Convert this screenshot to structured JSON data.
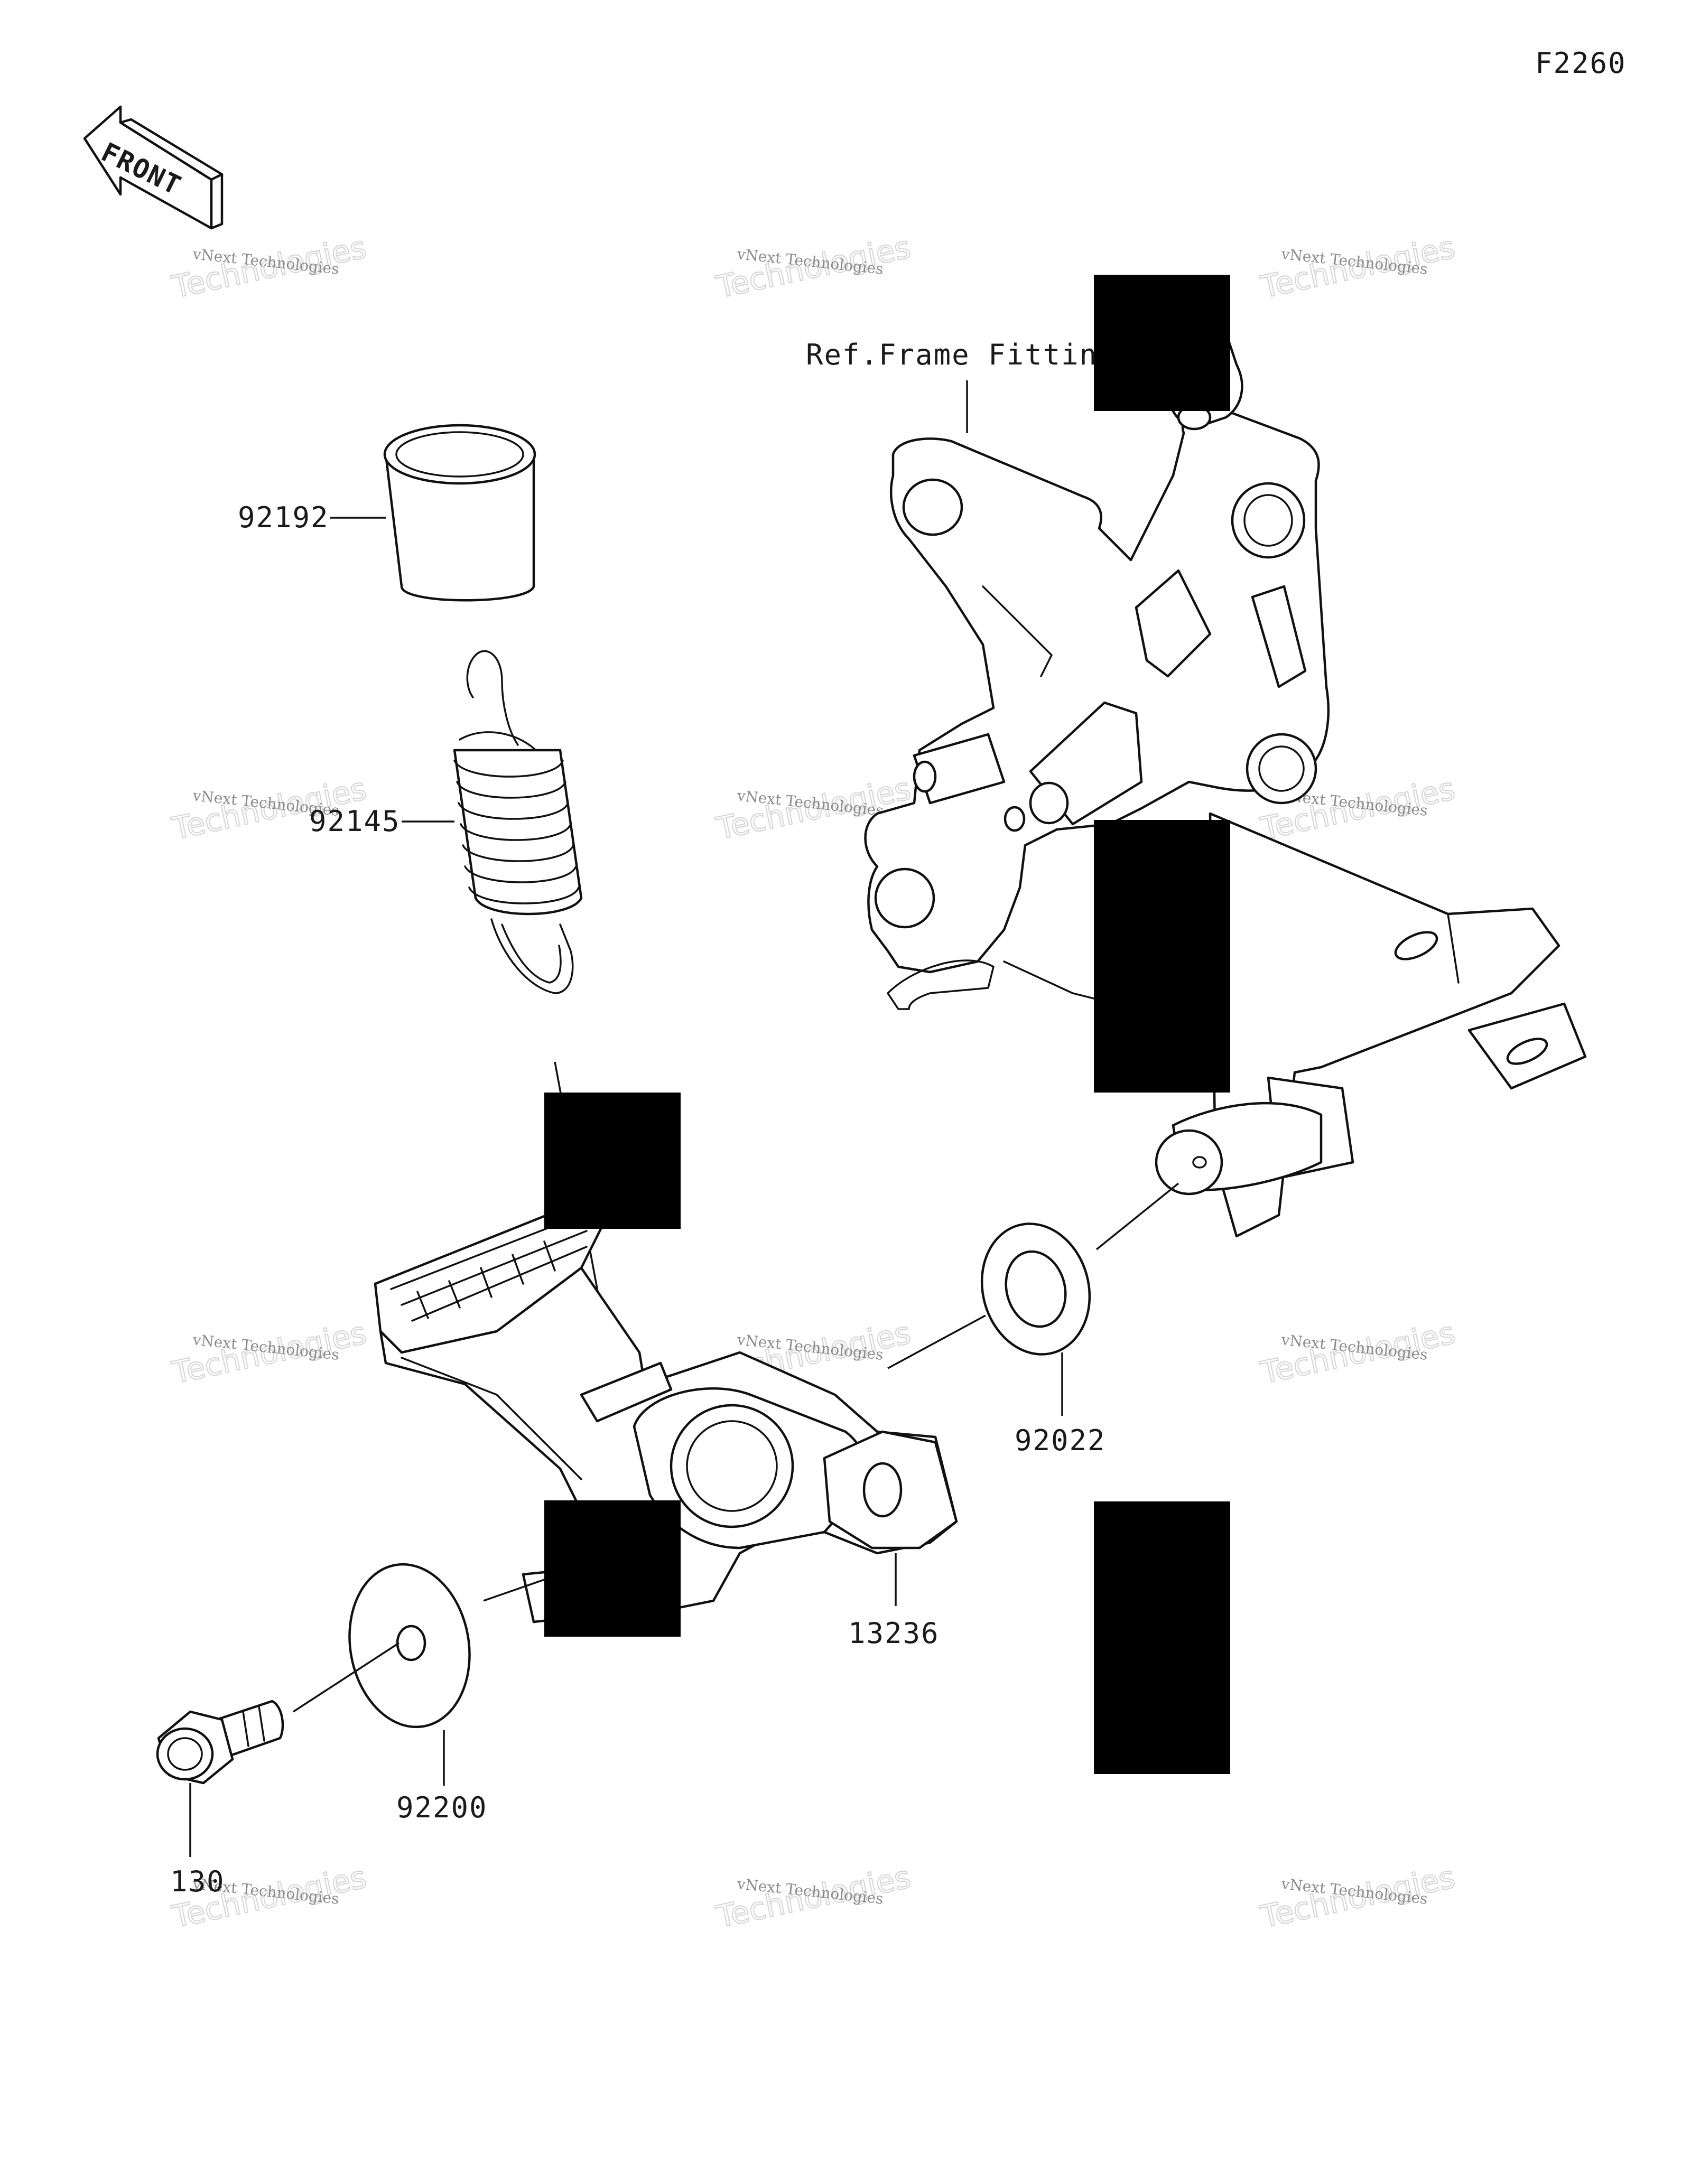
{
  "figure_code": "F2260",
  "front_arrow_label": "FRONT",
  "reference_label": "Ref.Frame Fittin",
  "watermark": {
    "small": "vNext Technologies",
    "large": "Technologies"
  },
  "parts": [
    {
      "id": "bushing",
      "number": "92192"
    },
    {
      "id": "spring",
      "number": "92145"
    },
    {
      "id": "washer",
      "number": "92022"
    },
    {
      "id": "brake-pedal",
      "number": "13236"
    },
    {
      "id": "plate-washer",
      "number": "92200"
    },
    {
      "id": "bolt",
      "number": "130"
    }
  ],
  "colors": {
    "line": "#111111",
    "redaction": "#000000",
    "watermark": "#8a8a8a"
  }
}
